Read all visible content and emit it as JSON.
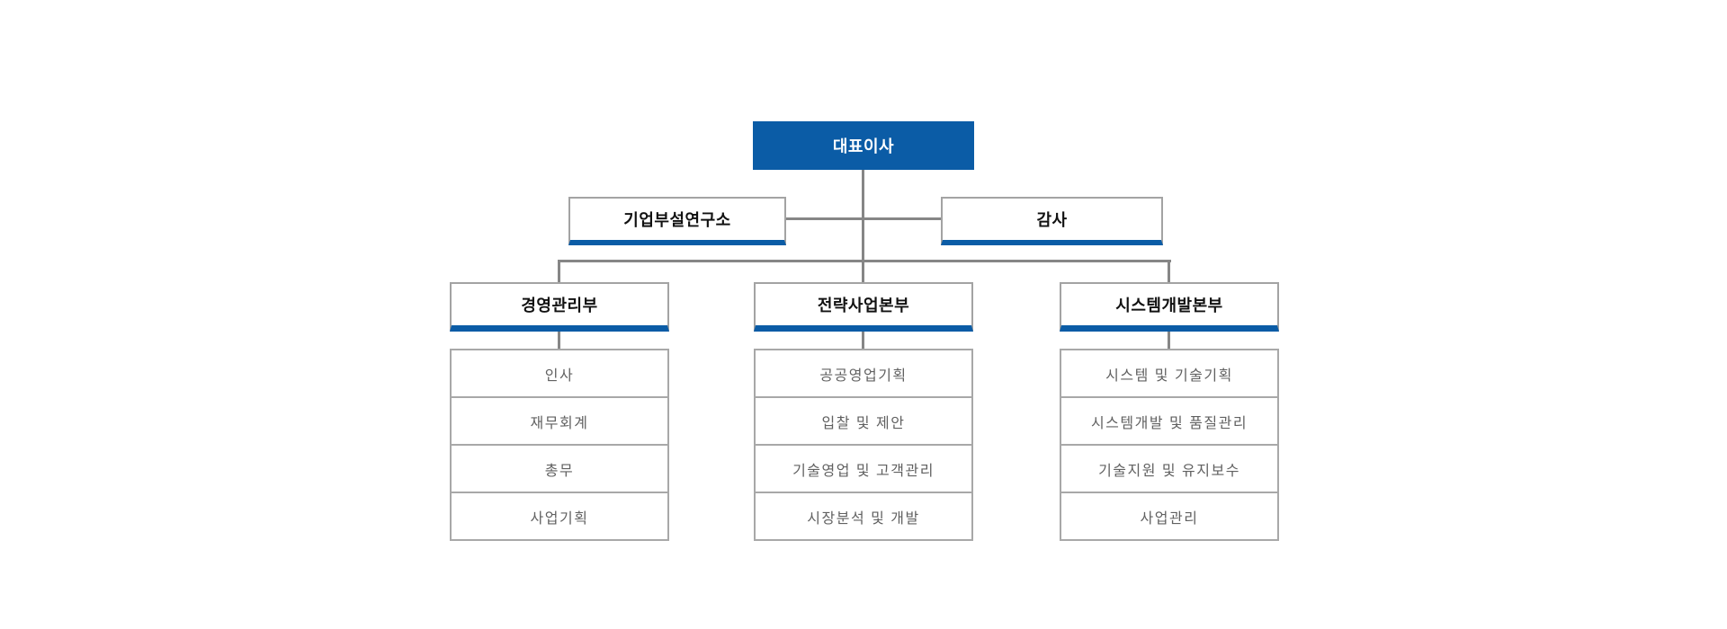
{
  "colors": {
    "primary_blue": "#0b5ca6",
    "connector_gray": "#868686",
    "box_border_gray": "#a3a3a3",
    "header_text": "#111111",
    "item_text": "#616161",
    "ceo_text": "#ffffff",
    "background": "#ffffff"
  },
  "org": {
    "root": {
      "label": "대표이사"
    },
    "staff": [
      {
        "label": "기업부설연구소"
      },
      {
        "label": "감사"
      }
    ],
    "divisions": [
      {
        "label": "경영관리부",
        "items": [
          "인사",
          "재무회계",
          "총무",
          "사업기획"
        ]
      },
      {
        "label": "전략사업본부",
        "items": [
          "공공영업기획",
          "입찰 및 제안",
          "기술영업 및 고객관리",
          "시장분석 및 개발"
        ]
      },
      {
        "label": "시스템개발본부",
        "items": [
          "시스템 및 기술기획",
          "시스템개발 및 품질관리",
          "기술지원 및 유지보수",
          "사업관리"
        ]
      }
    ]
  }
}
